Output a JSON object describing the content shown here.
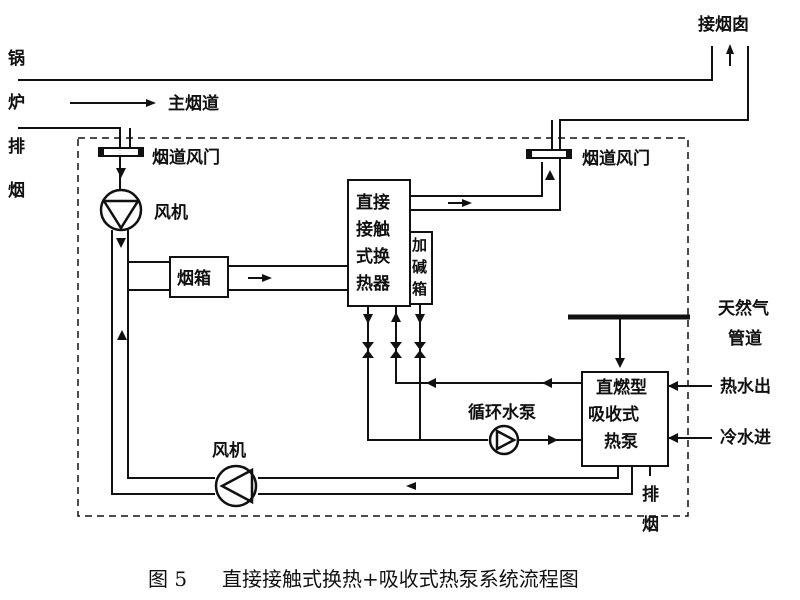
{
  "labels": {
    "boiler_exhaust_1": "锅",
    "boiler_exhaust_2": "炉",
    "boiler_exhaust_3": "排",
    "boiler_exhaust_4": "烟",
    "main_flue": "主烟道",
    "to_chimney": "接烟囱",
    "damper_left": "烟道风门",
    "damper_right": "烟道风门",
    "fan_top": "风机",
    "fan_bottom": "风机",
    "smoke_box": "烟箱",
    "dchx_1": "直接",
    "dchx_2": "接触",
    "dchx_3": "式换",
    "dchx_4": "热器",
    "alkali_1": "加",
    "alkali_2": "碱",
    "alkali_3": "箱",
    "gas_1": "天然气",
    "gas_2": "管道",
    "pump": "循环水泵",
    "hp_1": "直燃型",
    "hp_2": "吸收式",
    "hp_3": "热泵",
    "hot_out": "热水出",
    "cold_in": "冷水进",
    "exhaust_1": "排",
    "exhaust_2": "烟"
  },
  "caption": {
    "fig_no": "图 5",
    "title": "直接接触式换热+吸收式热泵系统流程图"
  }
}
